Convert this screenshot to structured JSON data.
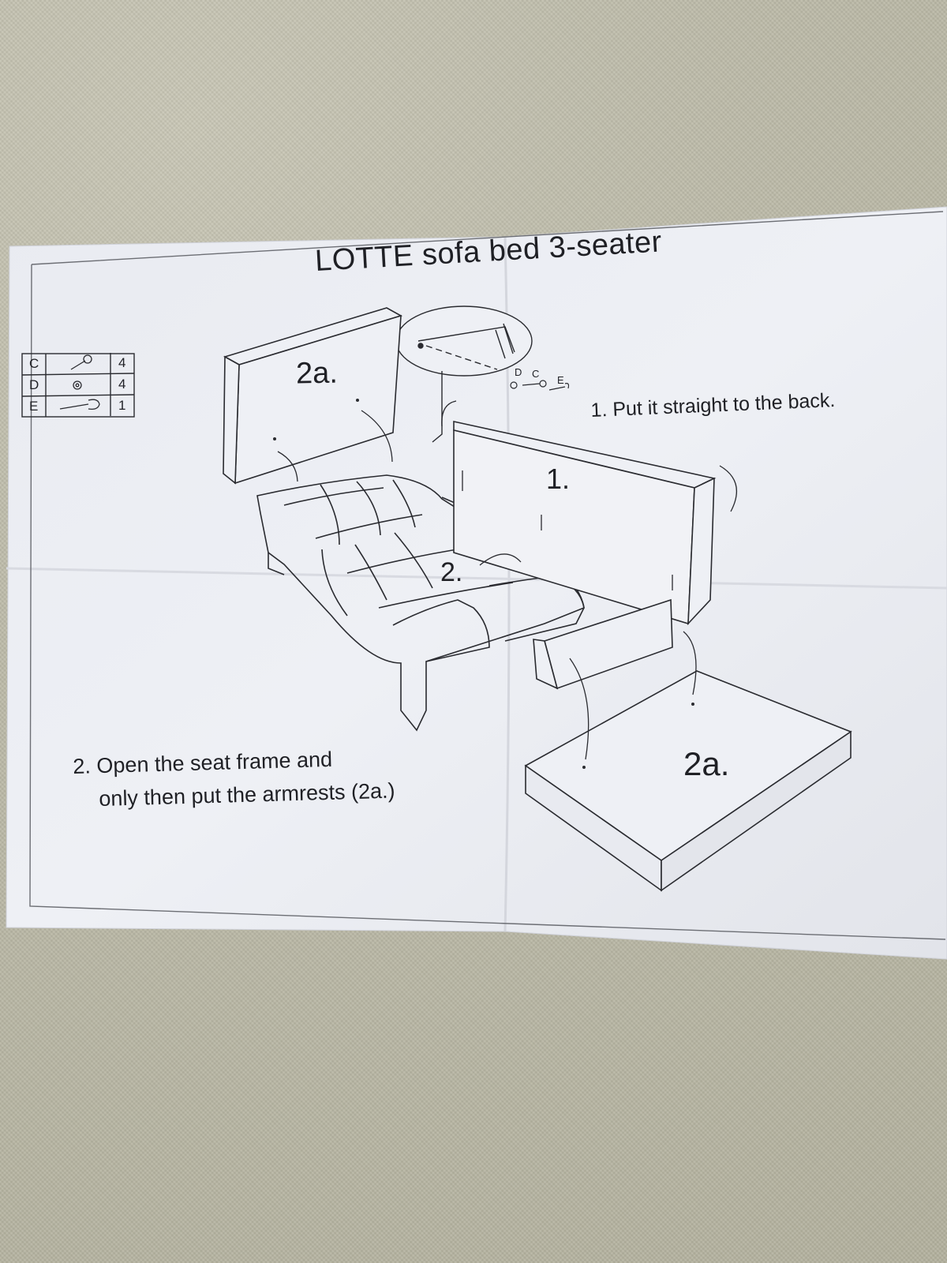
{
  "title": "LOTTE sofa bed 3-seater",
  "instructions": {
    "step1": "1. Put it straight to the back.",
    "step2_line1": "2. Open the seat frame and",
    "step2_line2": "only then put the armrests (2a.)"
  },
  "labels": {
    "backrest_part": "2a.",
    "back_step": "1.",
    "seat_step": "2.",
    "armrest_part": "2a."
  },
  "parts_table": [
    {
      "letter": "C",
      "icon": "bolt-icon",
      "qty": "4"
    },
    {
      "letter": "D",
      "icon": "washer-icon",
      "qty": "4"
    },
    {
      "letter": "E",
      "icon": "wrench-icon",
      "qty": "1"
    }
  ],
  "hardware_callout": {
    "d": "D",
    "c": "C",
    "e": "E"
  },
  "colors": {
    "paper": "#eceef4",
    "ink": "#1f2025",
    "background": "#bdbba9"
  }
}
